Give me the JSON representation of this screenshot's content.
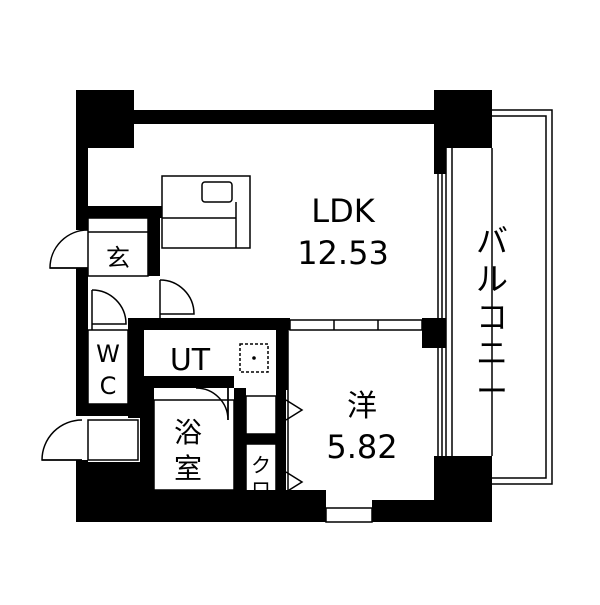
{
  "rooms": {
    "ldk": {
      "name": "LDK",
      "area": "12.53"
    },
    "western": {
      "name": "洋",
      "area": "5.82"
    },
    "balcony": {
      "name_chars": [
        "バ",
        "ル",
        "コ",
        "ニ",
        "ー"
      ]
    },
    "entrance": {
      "name": "玄"
    },
    "wc": {
      "name_chars": [
        "W",
        "C"
      ]
    },
    "utility": {
      "name": "UT"
    },
    "bath": {
      "name_chars": [
        "浴",
        "室"
      ]
    },
    "closet": {
      "name_chars": [
        "ク",
        "ロ"
      ]
    }
  },
  "colors": {
    "wall": "#000000",
    "background": "#ffffff",
    "line": "#000000"
  }
}
